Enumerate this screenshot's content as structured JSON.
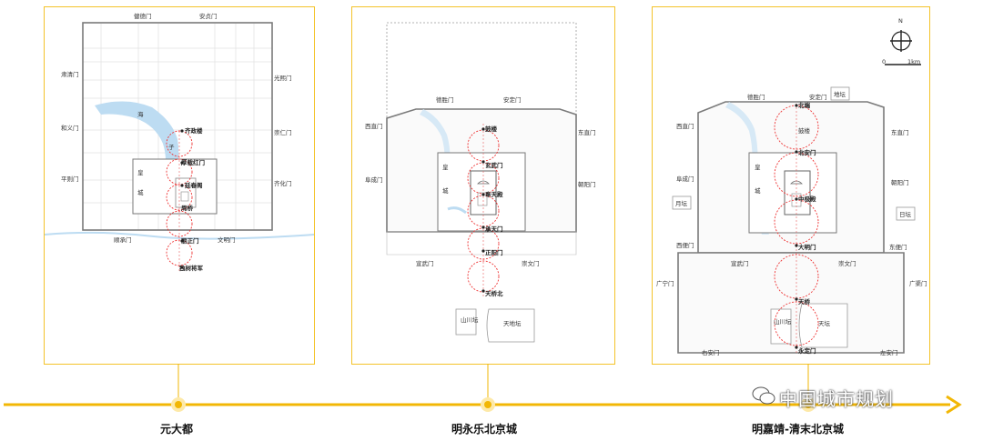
{
  "timeline": {
    "stages": [
      {
        "label": "元大都"
      },
      {
        "label": "明永乐北京城"
      },
      {
        "label": "明嘉靖-清末北京城"
      }
    ],
    "color": "#f2b705"
  },
  "watermark": {
    "text": "中国城市规划"
  },
  "panel_yuan": {
    "gates": [
      "健德门",
      "安贞门",
      "肃清门",
      "光熙门",
      "和义门",
      "崇仁门",
      "平则门",
      "齐化门",
      "顺承门",
      "丽正门",
      "文明门"
    ],
    "axis_labels": [
      "齐政楼",
      "厚载红门",
      "延春阁",
      "周桥",
      "丽正门",
      "独树将军"
    ],
    "lake_labels": [
      "海",
      "子"
    ],
    "palace_labels": [
      "皇",
      "城"
    ]
  },
  "panel_yongle": {
    "gates": [
      "德胜门",
      "安定门",
      "西直门",
      "东直门",
      "阜成门",
      "朝阳门",
      "宣武门",
      "崇文门"
    ],
    "axis_labels": [
      "鼓楼",
      "玄武门",
      "奉天殿",
      "承天门",
      "正阳门",
      "天桥北"
    ],
    "palace_labels": [
      "皇",
      "城"
    ],
    "altars": [
      "山川坛",
      "天地坛"
    ]
  },
  "panel_jiajing": {
    "gates": [
      "德胜门",
      "安定门",
      "西直门",
      "东直门",
      "阜成门",
      "朝阳门",
      "西便门",
      "东便门",
      "宣武门",
      "崇文门",
      "广宁门",
      "广渠门",
      "右安门",
      "左安门"
    ],
    "axis_labels": [
      "北端",
      "鼓楼",
      "北安门",
      "中极殿",
      "大明门",
      "天桥",
      "永定门"
    ],
    "palace_labels": [
      "皇",
      "城"
    ],
    "altars": [
      "地坛",
      "月坛",
      "日坛",
      "山川坛",
      "天坛"
    ],
    "compass": {
      "north": "N",
      "scale_start": "0",
      "scale_end": "1km"
    }
  }
}
